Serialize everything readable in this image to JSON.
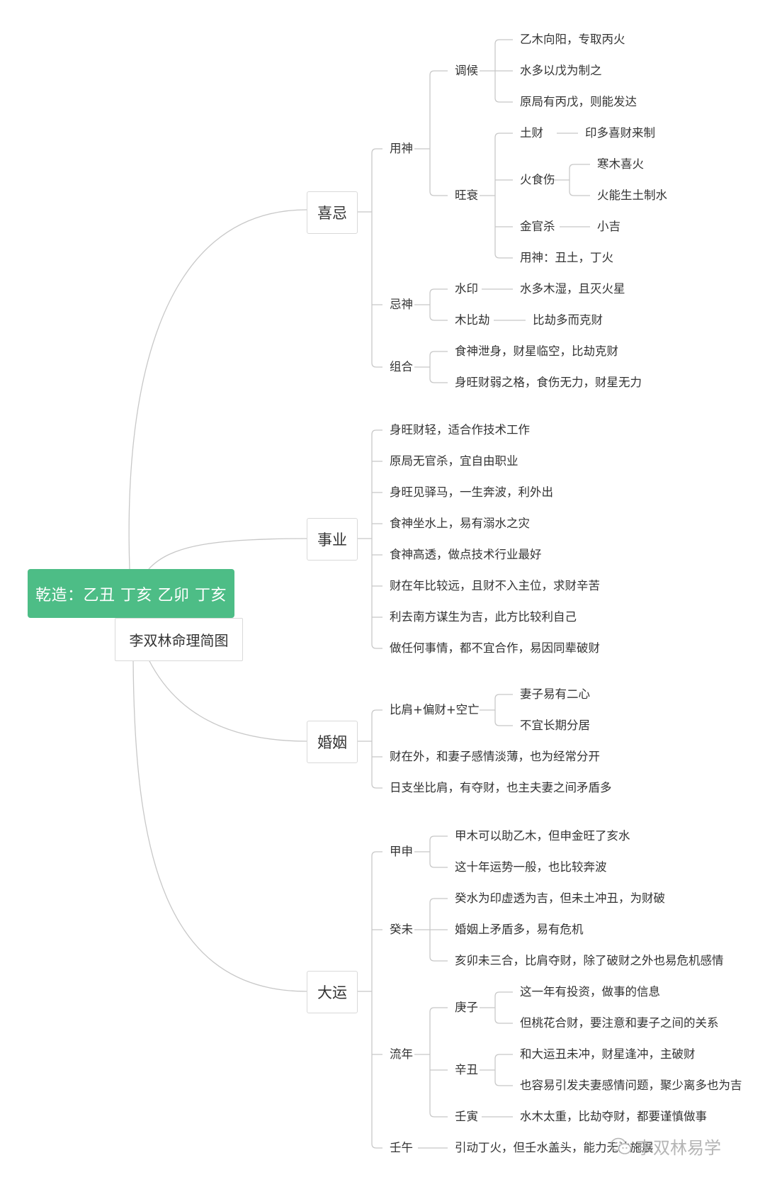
{
  "root": {
    "title": "乾造：乙丑 丁亥 乙卯 丁亥",
    "subtitle": "李双林命理简图"
  },
  "branches": {
    "xiji": {
      "label": "喜忌",
      "yongshen": {
        "label": "用神",
        "tiaohou": {
          "label": "调候",
          "items": [
            "乙木向阳，专取丙火",
            "水多以戊为制之",
            "原局有丙戊，则能发达"
          ]
        },
        "wangshuai": {
          "label": "旺衰",
          "tucai": {
            "label": "土财",
            "note": "印多喜财来制"
          },
          "huoshishang": {
            "label": "火食伤",
            "items": [
              "寒木喜火",
              "火能生土制水"
            ]
          },
          "jinguansha": {
            "label": "金官杀",
            "note": "小吉"
          },
          "summary": "用神：丑土，丁火"
        }
      },
      "jishen": {
        "label": "忌神",
        "shuiyin": {
          "label": "水印",
          "note": "水多木湿，且灭火星"
        },
        "mubijie": {
          "label": "木比劫",
          "note": "比劫多而克财"
        }
      },
      "zuhe": {
        "label": "组合",
        "items": [
          "食神泄身，财星临空，比劫克财",
          "身旺财弱之格，食伤无力，财星无力"
        ]
      }
    },
    "shiye": {
      "label": "事业",
      "items": [
        "身旺财轻，适合作技术工作",
        "原局无官杀，宜自由职业",
        "身旺见驿马，一生奔波，利外出",
        "食神坐水上，易有溺水之灾",
        "食神高透，做点技术行业最好",
        "财在年比较远，且财不入主位，求财辛苦",
        "利去南方谋生为吉，此方比较利自己",
        "做任何事情，都不宜合作，易因同辈破财"
      ]
    },
    "hunyin": {
      "label": "婚姻",
      "bijian": {
        "label": "比肩+偏财+空亡",
        "items": [
          "妻子易有二心",
          "不宜长期分居"
        ]
      },
      "items": [
        "财在外，和妻子感情淡薄，也为经常分开",
        "日支坐比肩，有夺财，也主夫妻之间矛盾多"
      ]
    },
    "dayun": {
      "label": "大运",
      "jiashen": {
        "label": "甲申",
        "items": [
          "甲木可以助乙木，但申金旺了亥水",
          "这十年运势一般，也比较奔波"
        ]
      },
      "guiwei": {
        "label": "癸未",
        "items": [
          "癸水为印虚透为吉，但未土冲丑，为财破",
          "婚姻上矛盾多，易有危机",
          "亥卯未三合，比肩夺财，除了破财之外也易危机感情"
        ]
      },
      "liunian": {
        "label": "流年",
        "gengzi": {
          "label": "庚子",
          "items": [
            "这一年有投资，做事的信息",
            "但桃花合财，要注意和妻子之间的关系"
          ]
        },
        "xinchou": {
          "label": "辛丑",
          "items": [
            "和大运丑未冲，财星逢冲，主破财",
            "也容易引发夫妻感情问题，聚少离多也为吉"
          ]
        },
        "renyin": {
          "label": "壬寅",
          "note": "水木太重，比劫夺财，都要谨慎做事"
        }
      },
      "renwu": {
        "label": "壬午",
        "note": "引动丁火，但壬水盖头，能力无法施展"
      }
    }
  },
  "watermark": {
    "text": "李双林易学",
    "icon": "wechat-icon"
  },
  "colors": {
    "root_bg": "#4dbd86",
    "line": "#c8c8c8",
    "text": "#333333",
    "watermark": "#b5b5b5"
  }
}
